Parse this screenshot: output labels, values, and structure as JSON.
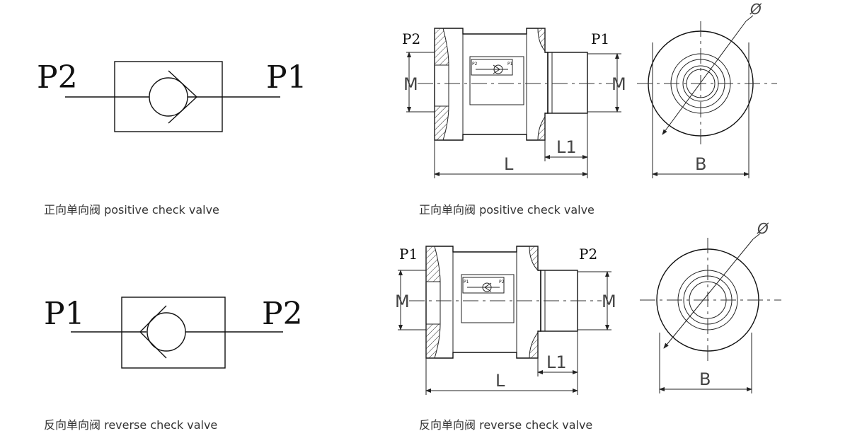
{
  "labels": {
    "p1": "P1",
    "p2": "P2",
    "m": "M",
    "l": "L",
    "l1": "L1",
    "b": "B",
    "phi": "Ø"
  },
  "captions": {
    "positive": "正向单向阀 positive check valve",
    "reverse": "反向单向阀 reverse check valve"
  }
}
